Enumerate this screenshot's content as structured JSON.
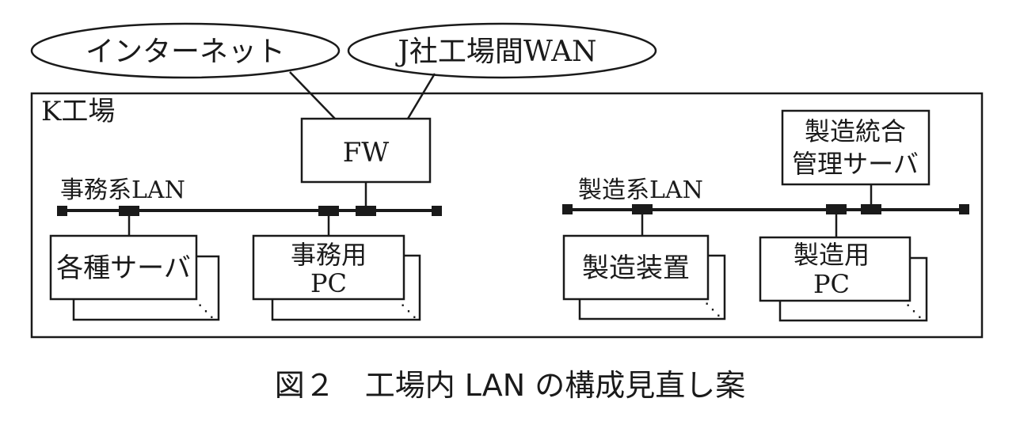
{
  "external_networks": {
    "internet": "インターネット",
    "wan": "J社工場間WAN"
  },
  "factory": {
    "label": "K工場",
    "firewall": "FW",
    "office_lan": {
      "label": "事務系LAN",
      "servers": "各種サーバ",
      "pc_line1": "事務用",
      "pc_line2": "PC"
    },
    "manufacturing_lan": {
      "label": "製造系LAN",
      "equipment": "製造装置",
      "pc_line1": "製造用",
      "pc_line2": "PC",
      "mgmt_server_line1": "製造統合",
      "mgmt_server_line2": "管理サーバ"
    },
    "ellipsis": "⋱"
  },
  "caption": "図２　工場内 LAN の構成見直し案"
}
